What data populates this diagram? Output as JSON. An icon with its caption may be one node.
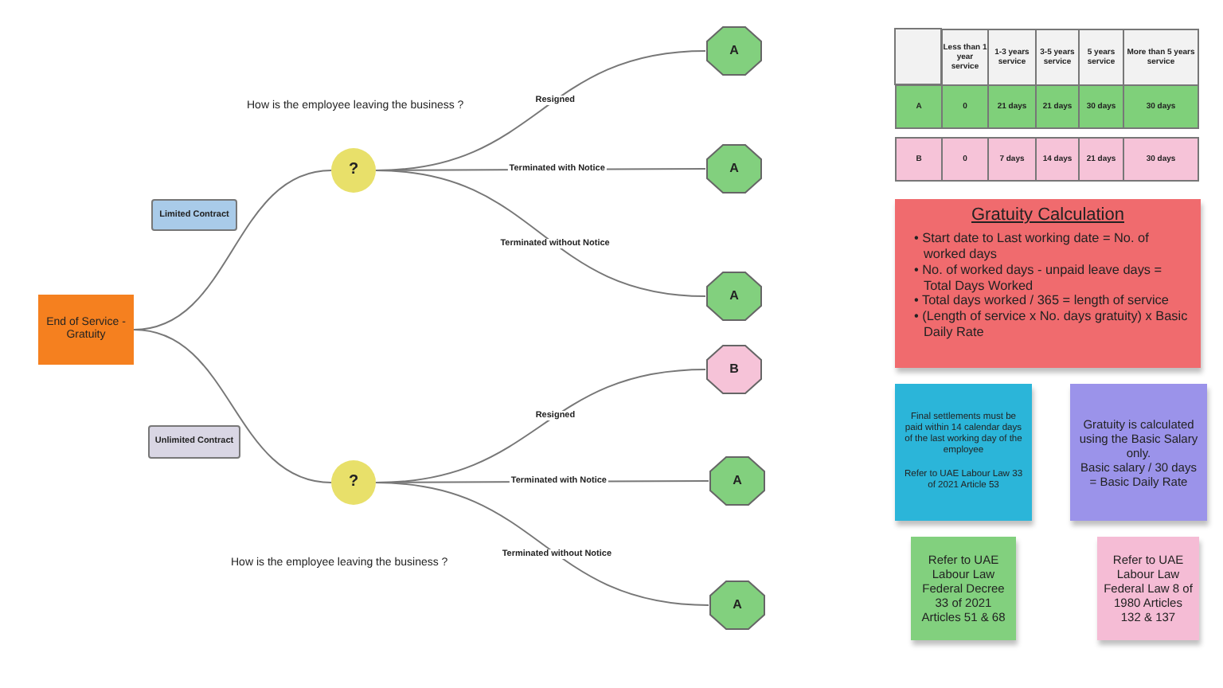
{
  "diagram": {
    "nodes": [
      {
        "text": [
          "End of Service - Gratuity"
        ]
      },
      {
        "text": [
          "?"
        ]
      },
      {
        "text": [
          "?"
        ]
      },
      {
        "text": [
          "A"
        ]
      },
      {
        "text": [
          "A"
        ]
      },
      {
        "text": [
          "A"
        ]
      },
      {
        "text": [
          "B"
        ]
      },
      {
        "text": [
          "A"
        ]
      },
      {
        "text": [
          "A"
        ]
      },
      {
        "text": [
          "Limited Contract"
        ]
      },
      {
        "text": [
          "Unlimited Contract"
        ]
      },
      {
        "text": [
          "Gratuity Calculation",
          "• Start date to Last working date = No. of worked days",
          "• No. of worked days - unpaid leave days = Total Days Worked",
          "• Total days worked / 365 = length of service",
          "• (Length of service x No. days gratuity) x Basic Daily Rate"
        ]
      },
      {
        "text": [
          "Final settlements must be paid within 14 calendar days of the last working day of the employee",
          "Refer to UAE Labour Law 33 of 2021 Article 53"
        ]
      },
      {
        "text": [
          "Gratuity is calculated using the Basic Salary only.",
          "Basic salary / 30 days = Basic Daily Rate"
        ]
      },
      {
        "text": [
          "Refer to UAE Labour Law Federal Decree 33 of 2021 Articles 51 & 68"
        ]
      },
      {
        "text": [
          "Refer to UAE Labour Law Federal Law 8 of 1980 Articles 132 & 137"
        ]
      }
    ],
    "edges": [
      {
        "from": 0,
        "to": 1,
        "arrow": "none"
      },
      {
        "from": 0,
        "to": 2,
        "arrow": "none"
      },
      {
        "from": 1,
        "to": 3,
        "arrow": "none",
        "label": "Resigned"
      },
      {
        "from": 1,
        "to": 4,
        "arrow": "none",
        "label": "Terminated with Notice"
      },
      {
        "from": 1,
        "to": 5,
        "arrow": "none",
        "label": "Terminated without Notice"
      },
      {
        "from": 2,
        "to": 6,
        "arrow": "none",
        "label": "Resigned"
      },
      {
        "from": 2,
        "to": 7,
        "arrow": "none",
        "label": "Terminated with Notice"
      },
      {
        "from": 2,
        "to": 8,
        "arrow": "none",
        "label": "Terminated without Notice"
      }
    ],
    "labels": [
      "How is the employee leaving the business ?",
      "How is the employee leaving the business ?",
      "Less than 1 year service",
      "1-3 years service",
      "3-5 years service",
      "5 years service",
      "More than 5 years service",
      "A",
      "0",
      "21 days",
      "21 days",
      "30 days",
      "30 days",
      "B",
      "0",
      "7 days",
      "14 days",
      "21 days",
      "30 days"
    ]
  }
}
